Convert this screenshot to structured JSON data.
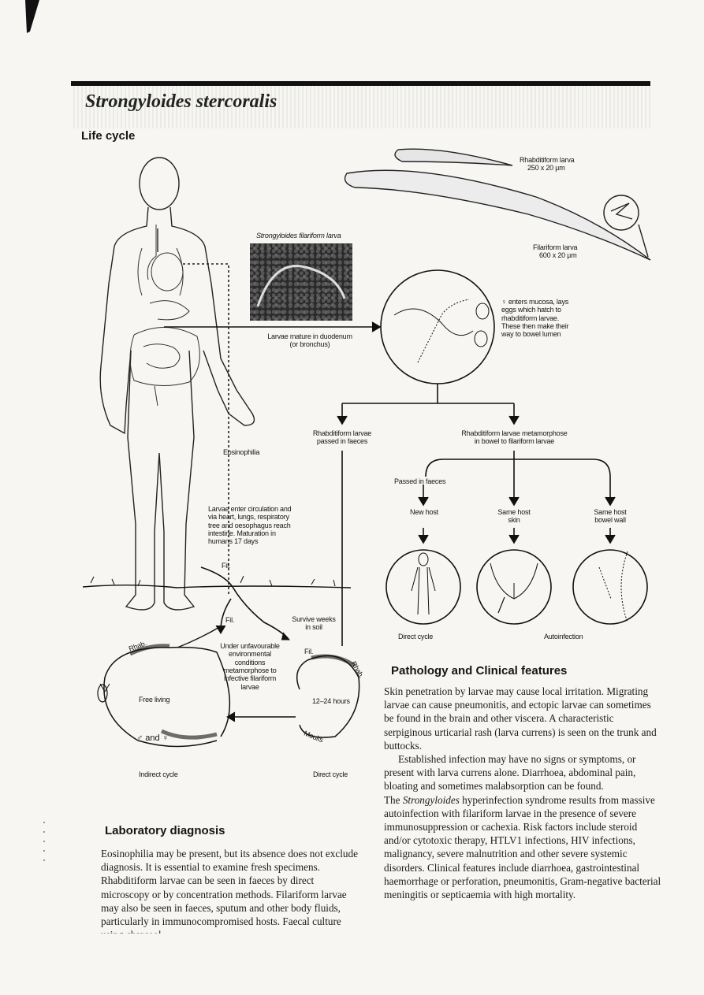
{
  "header": {
    "title": "Strongyloides stercoralis",
    "subtitle": "Life cycle"
  },
  "diagram": {
    "rhabditiform_larva": "Rhabditiform larva",
    "rhabditiform_size": "250 x 20 µm",
    "filariform_larva": "Filariform larva",
    "filariform_size": "600 x 20 µm",
    "micrograph_label": "Strongyloides filariform larva",
    "larvae_mature": "Larvae mature in duodenum",
    "larvae_mature_2": "(or bronchus)",
    "mucosa_text": [
      "♀ enters mucosa, lays",
      "eggs which hatch to",
      "rhabditiform larvae.",
      "These then make their",
      "way to bowel lumen"
    ],
    "passed_faeces_1": "Rhabditiform larvae",
    "passed_faeces_2": "passed in faeces",
    "metamorphose_1": "Rhabditiform larvae metamorphose",
    "metamorphose_2": "in bowel to filariform larvae",
    "passed_in_faeces": "Passed in faeces",
    "new_host": "New host",
    "same_host_skin_1": "Same host",
    "same_host_skin_2": "skin",
    "same_host_bowel_1": "Same host",
    "same_host_bowel_2": "bowel wall",
    "direct_cycle_circle": "Direct cycle",
    "autoinfection": "Autoinfection",
    "eosinophilia": "Eosinophilia",
    "circulation_text": [
      "Larvae enter circulation and",
      "via heart, lungs, respiratory",
      "tree and oesophagus reach",
      "intestine. Maturation in",
      "humans 17 days"
    ],
    "fil": "Fil.",
    "survive_1": "Survive weeks",
    "survive_2": "in soil",
    "rhab": "Rhab.",
    "moults": "Moults",
    "hours": "12–24 hours",
    "unfavourable": [
      "Under unfavourable",
      "environmental",
      "conditions",
      "metamorphose to",
      "infective filariform",
      "larvae"
    ],
    "free_living": "Free living",
    "male_female": "♂ and ♀",
    "indirect_cycle": "Indirect cycle",
    "direct_cycle": "Direct cycle"
  },
  "pathology": {
    "heading": "Pathology and Clinical features",
    "p1": "Skin penetration by larvae may cause local irritation. Migrating larvae can cause pneumonitis, and ectopic larvae can sometimes be found in the brain and other viscera. A characteristic serpiginous urticarial rash (larva currens) is seen on the trunk and buttocks.",
    "p2": "Established infection may have no signs or symptoms, or present with larva currens alone. Diarrhoea, abdominal pain, bloating and sometimes malabsorption can be found.",
    "p3a": "The ",
    "p3_em": "Strongyloides",
    "p3b": " hyperinfection syndrome results from massive autoinfection with filariform larvae in the presence of severe immunosuppression or cachexia. Risk factors include steroid and/or cytotoxic therapy, HTLV1 infections, HIV infections, malignancy, severe malnutrition and other severe systemic disorders. Clinical features include diarrhoea, gastrointestinal haemorrhage or perforation, pneumonitis, Gram-negative bacterial meningitis or septicaemia with high mortality."
  },
  "lab": {
    "heading": "Laboratory diagnosis",
    "p1": "Eosinophilia may be present, but its absence does not exclude diagnosis. It is essential to examine fresh specimens. Rhabditiform larvae can be seen in faeces by direct microscopy or by concentration methods. Filariform larvae may also be seen in faeces, sputum and other body fluids, particularly in immunocompromised hosts. Faecal culture using charcoal"
  }
}
